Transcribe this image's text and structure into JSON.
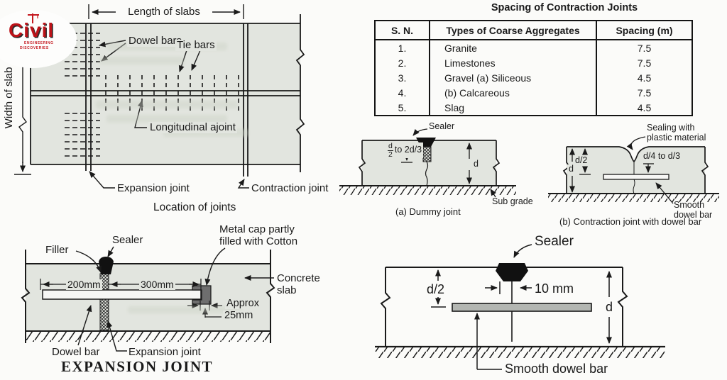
{
  "logo": {
    "title": "Civil",
    "line1": "ENGINEERING",
    "line2": "DISCOVERIES"
  },
  "location": {
    "length": "Length of slabs",
    "width": "Width of slab",
    "dowel": "Dowel bars",
    "tie": "Tie bars",
    "longitudinal": "Longitudinal ajoint",
    "expansion": "Expansion joint",
    "contraction": "Contraction joint",
    "caption": "Location of joints"
  },
  "table": {
    "title": "Spacing of Contraction Joints",
    "headers": {
      "sn": "S. N.",
      "type": "Types of Coarse Aggregates",
      "spacing": "Spacing (m)"
    },
    "rows": [
      {
        "sn": "1.",
        "type": "Granite",
        "spacing": "7.5"
      },
      {
        "sn": "2.",
        "type": "Limestones",
        "spacing": "7.5"
      },
      {
        "sn": "3.",
        "type": "Gravel (a) Siliceous",
        "spacing": "4.5"
      },
      {
        "sn": "4.",
        "type": "(b) Calcareous",
        "spacing": "7.5"
      },
      {
        "sn": "5.",
        "type": "Slag",
        "spacing": "4.5"
      }
    ]
  },
  "dummy": {
    "sealer": "Sealer",
    "frac_num": "d",
    "frac_den": "2",
    "range": "to 2d/3",
    "d": "d",
    "subgrade": "Sub grade",
    "caption": "(a) Dummy joint"
  },
  "contraction": {
    "sealing1": "Sealing with",
    "sealing2": "plastic material",
    "d2": "d/2",
    "d": "d",
    "d4": "d/4 to d/3",
    "smooth1": "Smooth",
    "smooth2": "dowel bar",
    "caption": "(b) Contraction joint with dowel bar"
  },
  "expansion": {
    "filler": "Filler",
    "sealer": "Sealer",
    "cap1": "Metal cap partly",
    "cap2": "filled with Cotton",
    "dim200": "200mm",
    "dim300": "300mm",
    "concrete1": "Concrete",
    "concrete2": "slab",
    "approx": "Approx",
    "dim25": "25mm",
    "dowel": "Dowel bar",
    "joint": "Expansion joint",
    "caption": "EXPANSION JOINT"
  },
  "dowelfig": {
    "sealer": "Sealer",
    "d2": "d/2",
    "dim10": "10 mm",
    "d": "d",
    "smooth": "Smooth dowel bar"
  },
  "colors": {
    "ink": "#1a1a1a",
    "slab": "#e2e5df",
    "logo_red": "#bc1218"
  }
}
